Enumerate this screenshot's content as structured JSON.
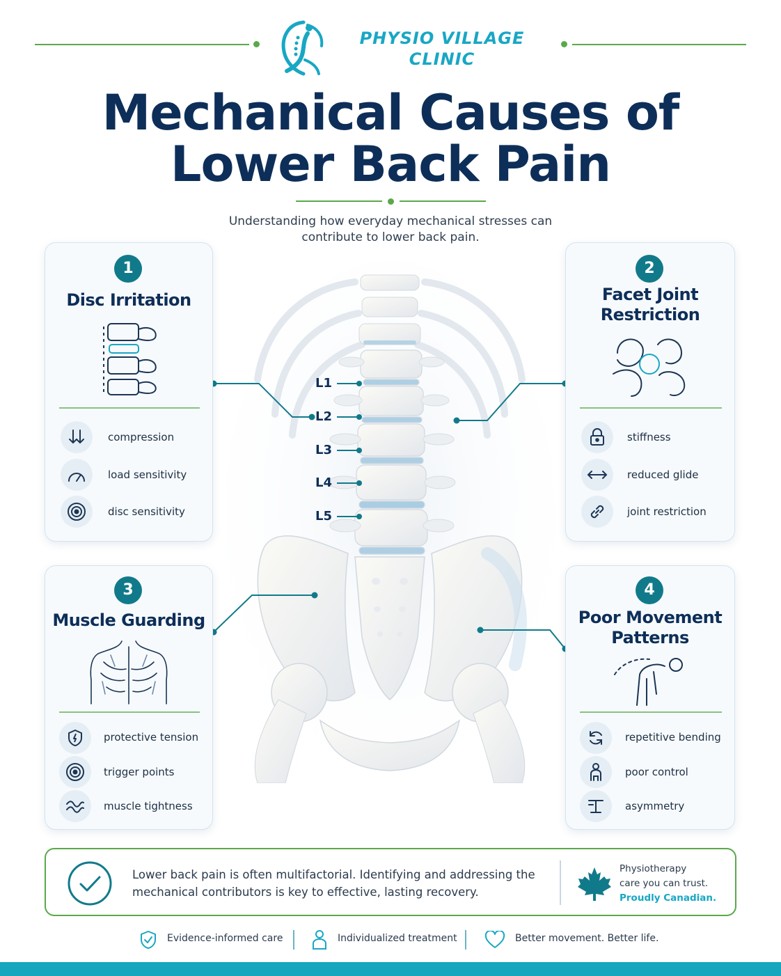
{
  "brand": {
    "name_line1": "PHYSIO VILLAGE",
    "name_line2": "CLINIC",
    "accent_color": "#18a7c4",
    "green": "#5aa84a",
    "navy": "#0d2e58"
  },
  "header": {
    "title_line1": "Mechanical Causes of",
    "title_line2": "Lower Back Pain",
    "subtitle_line1": "Understanding how everyday mechanical stresses can",
    "subtitle_line2": "contribute to lower back pain."
  },
  "spine": {
    "labels": [
      "L1",
      "L2",
      "L3",
      "L4",
      "L5"
    ]
  },
  "cards": [
    {
      "number": "1",
      "title_line1": "Disc Irritation",
      "title_line2": "",
      "illustration": "spine-disc-icon",
      "items": [
        {
          "label": "compression",
          "icon": "arrows-down-icon"
        },
        {
          "label": "load sensitivity",
          "icon": "gauge-icon"
        },
        {
          "label": "disc sensitivity",
          "icon": "target-icon"
        }
      ]
    },
    {
      "number": "2",
      "title_line1": "Facet Joint",
      "title_line2": "Restriction",
      "illustration": "facet-joint-icon",
      "items": [
        {
          "label": "stiffness",
          "icon": "lock-icon"
        },
        {
          "label": "reduced glide",
          "icon": "double-arrow-icon"
        },
        {
          "label": "joint restriction",
          "icon": "chain-link-icon"
        }
      ]
    },
    {
      "number": "3",
      "title_line1": "Muscle Guarding",
      "title_line2": "",
      "illustration": "back-muscles-icon",
      "items": [
        {
          "label": "protective tension",
          "icon": "shield-bolt-icon"
        },
        {
          "label": "trigger points",
          "icon": "target-icon"
        },
        {
          "label": "muscle tightness",
          "icon": "waves-icon"
        }
      ]
    },
    {
      "number": "4",
      "title_line1": "Poor Movement",
      "title_line2": "Patterns",
      "illustration": "bending-figure-icon",
      "items": [
        {
          "label": "repetitive bending",
          "icon": "refresh-icon"
        },
        {
          "label": "poor control",
          "icon": "person-icon"
        },
        {
          "label": "asymmetry",
          "icon": "balance-icon"
        }
      ]
    }
  ],
  "summary": {
    "text": "Lower back pain is often multifactorial. Identifying and addressing the mechanical contributors is key to effective, lasting recovery.",
    "trust_line1": "Physiotherapy",
    "trust_line2": "care you can trust.",
    "trust_line3": "Proudly Canadian."
  },
  "footer": {
    "items": [
      "Evidence-informed care",
      "Individualized treatment",
      "Better movement. Better life."
    ]
  }
}
